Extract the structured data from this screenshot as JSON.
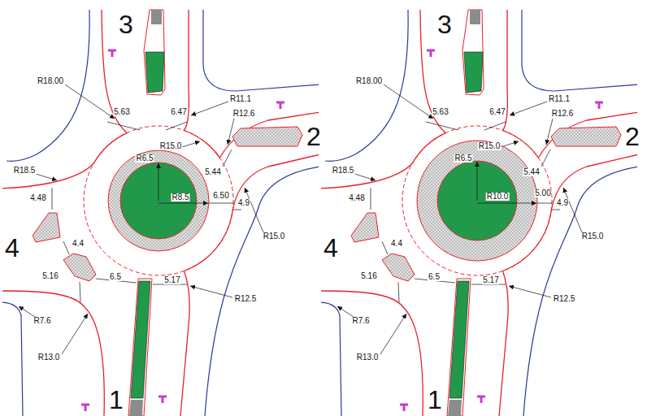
{
  "diagram": {
    "labels": [
      "3",
      "R18.00",
      "5.63",
      "6.47",
      "R11.1",
      "R12.6",
      "R15.0",
      "5.44",
      "2",
      "R18.5",
      "R6.5",
      "R8.5",
      "6.50",
      "4.9",
      "R15.0",
      "4.48",
      "4",
      "4.4",
      "5.16",
      "6.5",
      "5.17",
      "R12.5",
      "R7.6",
      "R13.0",
      "1",
      "3",
      "R18.00",
      "5.63",
      "6.47",
      "R11.1",
      "R12.6",
      "R15.0",
      "5.44",
      "2",
      "R18.5",
      "R6.5",
      "R10.0",
      "5.00",
      "4.9",
      "R15.0",
      "4.48",
      "4",
      "4.4",
      "5.16",
      "6.5",
      "5.17",
      "R12.5",
      "R7.6",
      "R13.0",
      "1"
    ]
  }
}
